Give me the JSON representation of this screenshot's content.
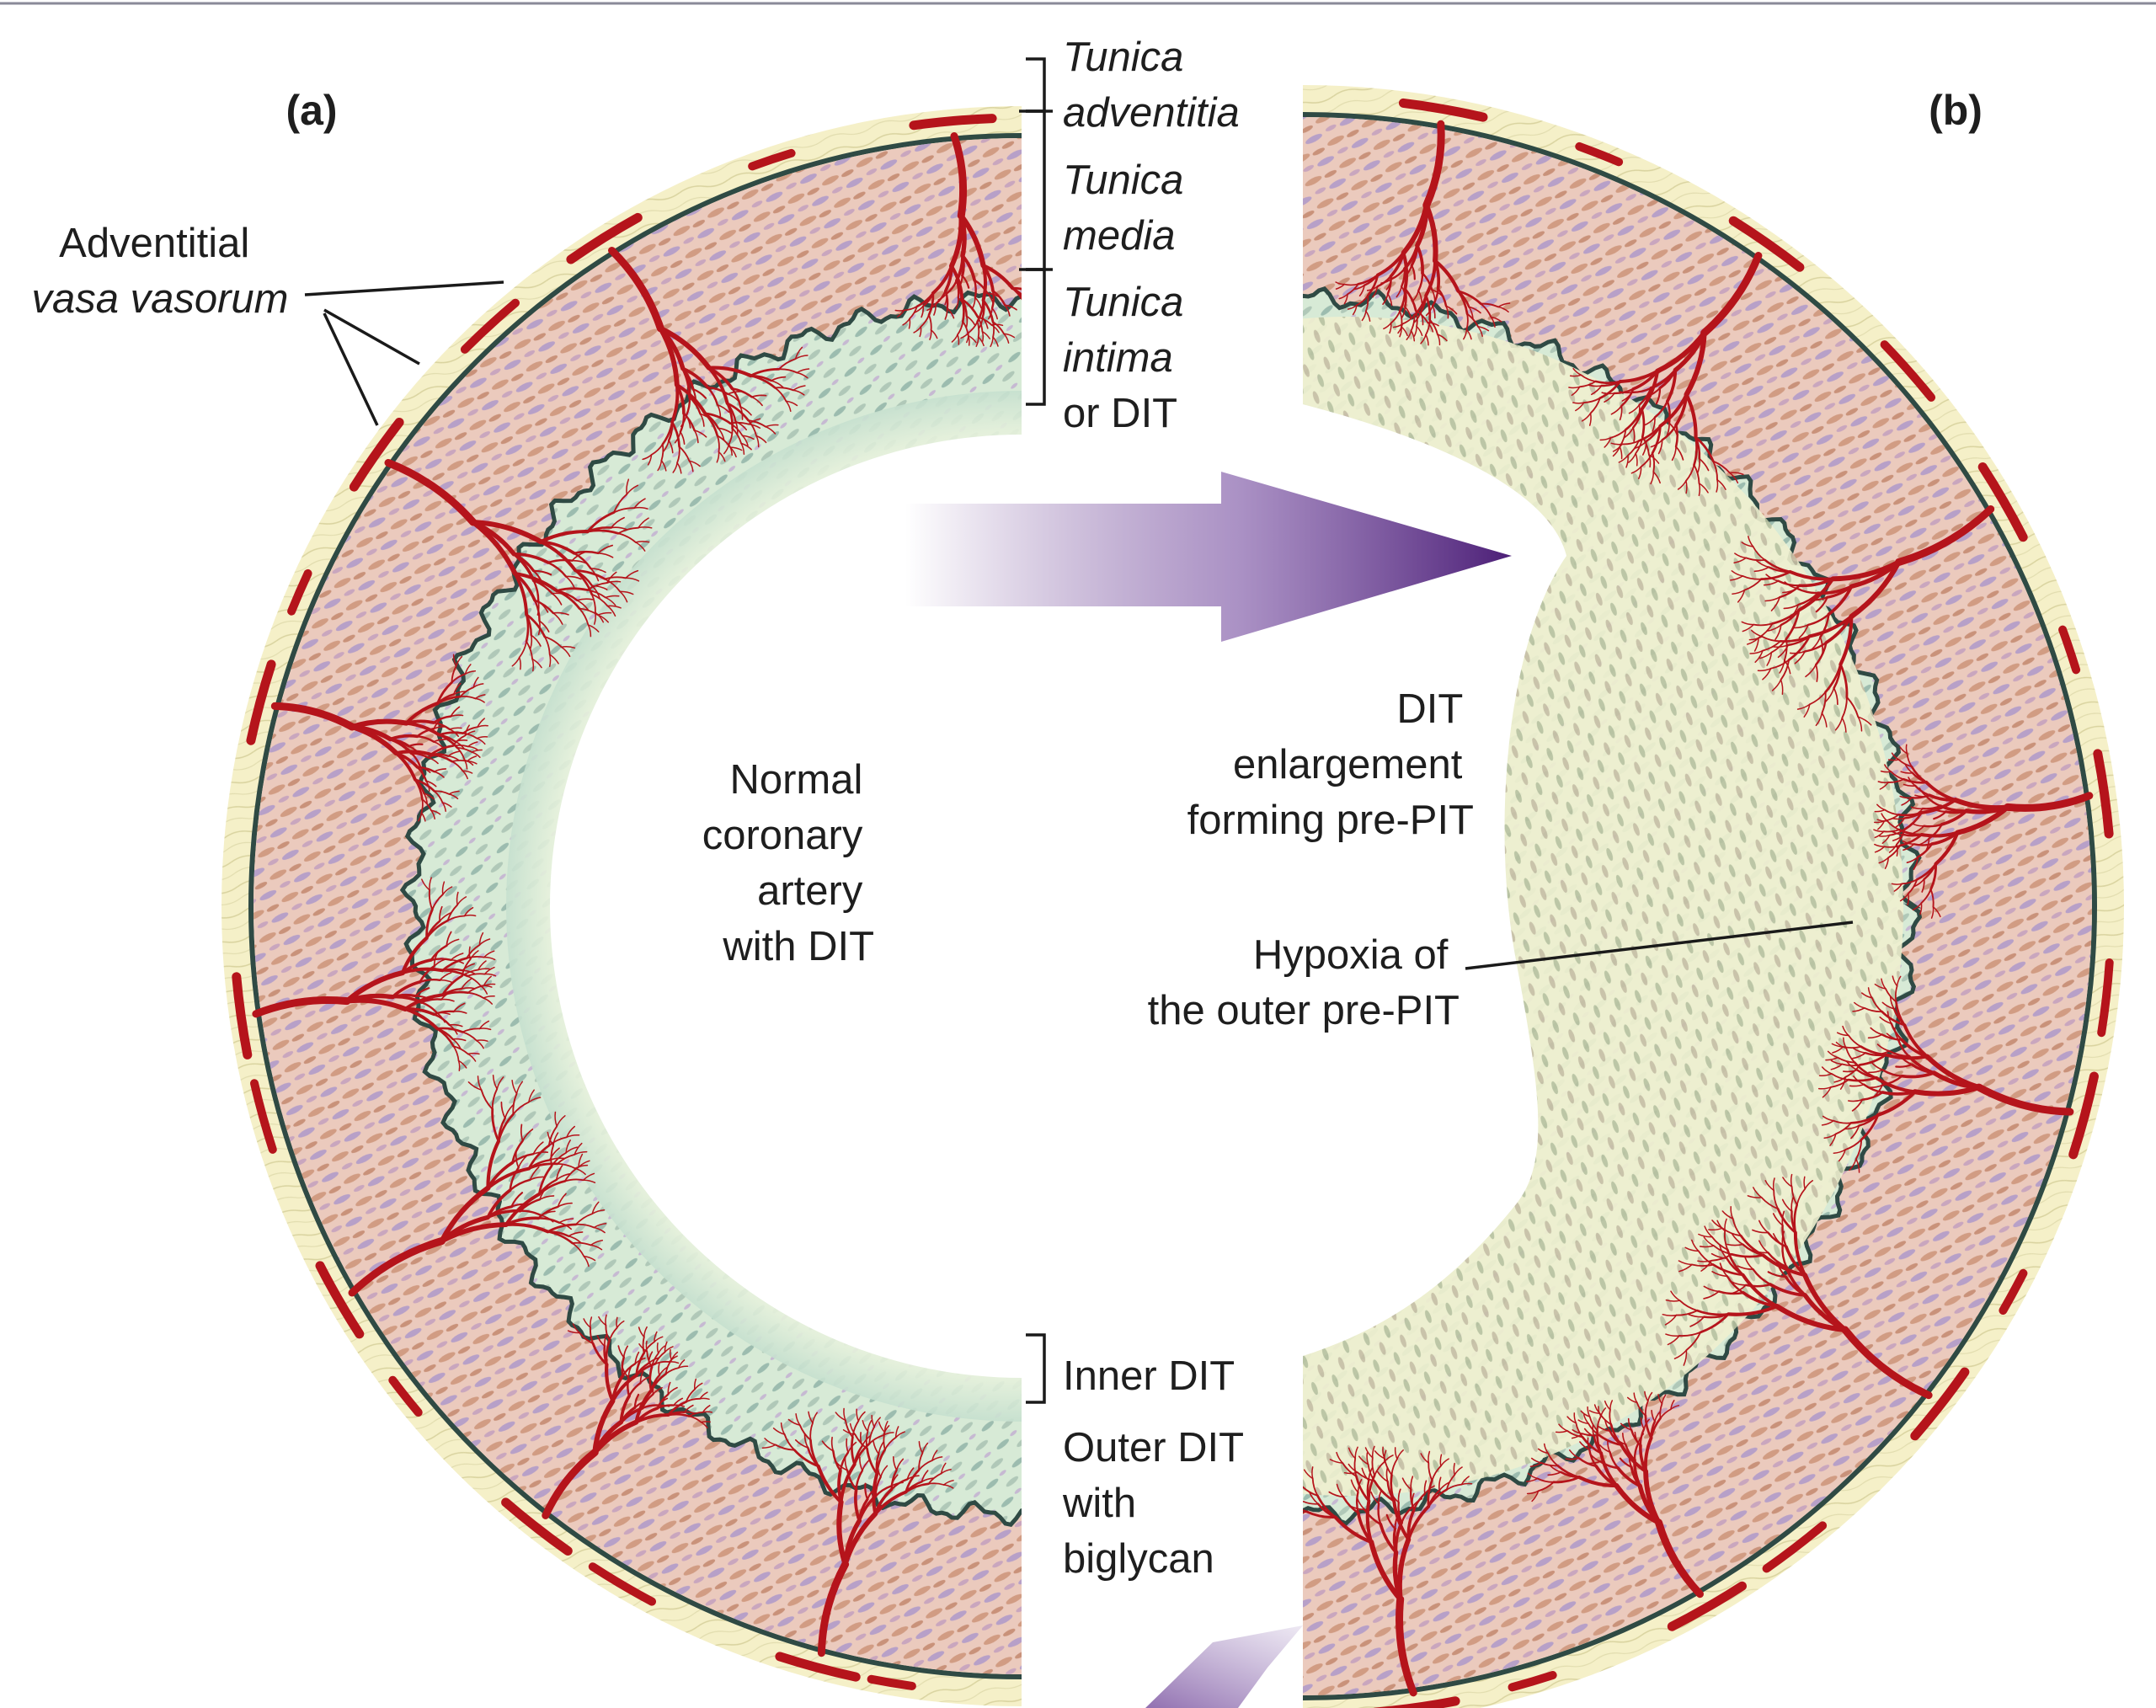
{
  "panels": {
    "a": {
      "label": "(a)"
    },
    "b": {
      "label": "(b)"
    }
  },
  "labels": {
    "tunica_adventitia": [
      "Tunica",
      "adventitia"
    ],
    "tunica_media": [
      "Tunica",
      "media"
    ],
    "tunica_intima": [
      "Tunica",
      "intima",
      "or DIT"
    ],
    "adventitial_vasa_vasorum": [
      "Adventitial",
      "vasa vasorum"
    ],
    "normal_coronary": [
      "Normal",
      "coronary",
      "artery",
      "with DIT"
    ],
    "dit_enlargement": [
      "DIT",
      "enlargement",
      "forming pre-PIT"
    ],
    "hypoxia": [
      "Hypoxia of",
      "the outer pre-PIT"
    ],
    "inner_dit": [
      "Inner DIT"
    ],
    "outer_dit": [
      "Outer DIT",
      "with",
      "biglycan"
    ]
  },
  "colors": {
    "adventitia": "#f4efc6",
    "media": "#e9c4b8",
    "media_cells_a": "#b9a0c6",
    "media_cells_b": "#cf9e84",
    "intima": "#cfe6cf",
    "intima_cells": "#8fb4a4",
    "elastic_lamina": "#2f4a44",
    "vasa_vasorum": "#b5141b",
    "arrow": "#5b2b84"
  },
  "icons": {
    "transition_arrow": "right-arrow-icon",
    "next_arrow": "down-left-arrow-icon"
  }
}
